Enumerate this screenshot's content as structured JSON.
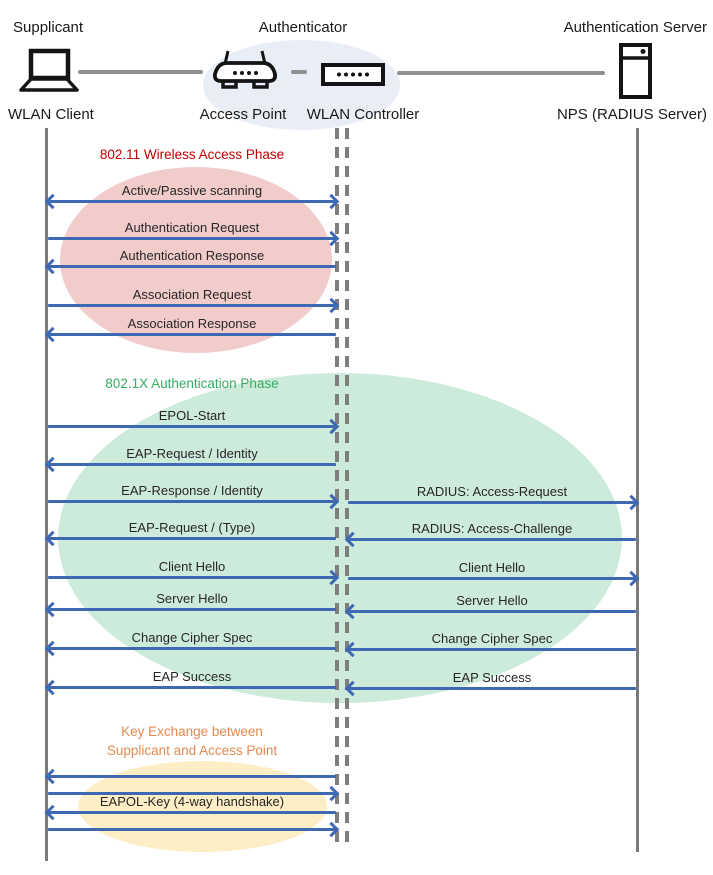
{
  "header": {
    "roles": {
      "supplicant": "Supplicant",
      "authenticator": "Authenticator",
      "auth_server": "Authentication Server"
    },
    "devices": {
      "wlan_client": "WLAN Client",
      "access_point": "Access Point",
      "wlan_controller": "WLAN Controller",
      "nps": "NPS (RADIUS Server)"
    },
    "icons": {
      "supplicant": "laptop-icon",
      "access_point": "wireless-router-icon",
      "wlan_controller": "controller-box-icon",
      "auth_server": "server-icon"
    }
  },
  "phases": {
    "p80211": {
      "title": "802.11 Wireless Access Phase",
      "title_color": "#C00000",
      "ellipse_fill": "#F1CCCB"
    },
    "p8021x": {
      "title": "802.1X Authentication Phase",
      "title_color": "#33AD62",
      "ellipse_fill": "#CDEBDB"
    },
    "key_exchange": {
      "title_line1": "Key Exchange between",
      "title_line2": "Supplicant and Access Point",
      "title_color": "#E28A51",
      "ellipse_fill": "#FDEEC6"
    }
  },
  "colors": {
    "arrow": "#3E68B2",
    "lifeline": "#7A7A7A",
    "authenticator_ellipse": "#E9EDF6"
  },
  "messages": [
    {
      "label": "Active/Passive scanning",
      "direction": "both",
      "lane": "supplicant-authenticator"
    },
    {
      "label": "Authentication Request",
      "direction": "right",
      "lane": "supplicant-authenticator"
    },
    {
      "label": "Authentication Response",
      "direction": "left",
      "lane": "supplicant-authenticator"
    },
    {
      "label": "Association Request",
      "direction": "right",
      "lane": "supplicant-authenticator"
    },
    {
      "label": "Association Response",
      "direction": "left",
      "lane": "supplicant-authenticator"
    },
    {
      "label": "EPOL-Start",
      "direction": "right",
      "lane": "supplicant-authenticator"
    },
    {
      "label": "EAP-Request / Identity",
      "direction": "left",
      "lane": "supplicant-authenticator"
    },
    {
      "label": "EAP-Response / Identity",
      "direction": "right",
      "lane": "supplicant-authenticator"
    },
    {
      "label": "RADIUS: Access-Request",
      "direction": "right",
      "lane": "authenticator-server"
    },
    {
      "label": "EAP-Request / (Type)",
      "direction": "left",
      "lane": "supplicant-authenticator"
    },
    {
      "label": "RADIUS: Access-Challenge",
      "direction": "left",
      "lane": "authenticator-server"
    },
    {
      "label": "Client Hello",
      "direction": "right",
      "lane": "supplicant-authenticator"
    },
    {
      "label": "Client Hello",
      "direction": "right",
      "lane": "authenticator-server"
    },
    {
      "label": "Server Hello",
      "direction": "left",
      "lane": "supplicant-authenticator"
    },
    {
      "label": "Server Hello",
      "direction": "left",
      "lane": "authenticator-server"
    },
    {
      "label": "Change Cipher Spec",
      "direction": "left",
      "lane": "supplicant-authenticator"
    },
    {
      "label": "Change Cipher Spec",
      "direction": "left",
      "lane": "authenticator-server"
    },
    {
      "label": "EAP Success",
      "direction": "left",
      "lane": "supplicant-authenticator"
    },
    {
      "label": "EAP Success",
      "direction": "left",
      "lane": "authenticator-server"
    },
    {
      "label": "",
      "direction": "left",
      "lane": "supplicant-authenticator"
    },
    {
      "label": "",
      "direction": "right",
      "lane": "supplicant-authenticator"
    },
    {
      "label": "EAPOL-Key (4-way handshake)",
      "direction": "left",
      "lane": "supplicant-authenticator"
    },
    {
      "label": "",
      "direction": "right",
      "lane": "supplicant-authenticator"
    }
  ]
}
